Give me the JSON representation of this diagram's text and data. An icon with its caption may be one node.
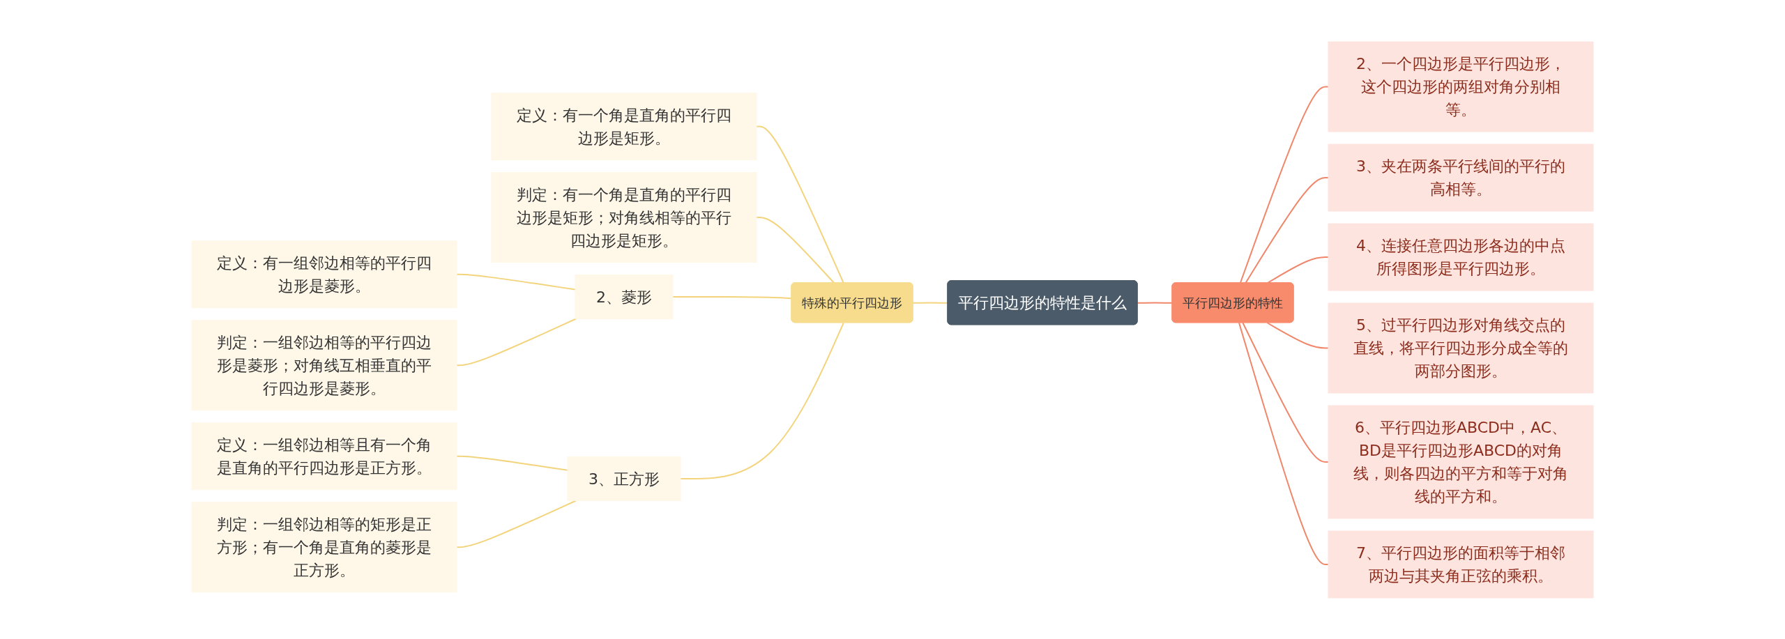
{
  "diagram": {
    "nodes": [
      {
        "text": [
          "平行四边形的特性是什么"
        ]
      },
      {
        "text": [
          "特殊的平行四边形"
        ]
      },
      {
        "text": [
          "定义：有一个角是直角的平行四边形是矩形。"
        ]
      },
      {
        "text": [
          "判定：有一个角是直角的平行四边形是矩形；对角线相等的平行四边形是矩形。"
        ]
      },
      {
        "text": [
          "2、菱形"
        ]
      },
      {
        "text": [
          "定义：有一组邻边相等的平行四边形是菱形。"
        ]
      },
      {
        "text": [
          "判定：一组邻边相等的平行四边形是菱形；对角线互相垂直的平行四边形是菱形。"
        ]
      },
      {
        "text": [
          "3、正方形"
        ]
      },
      {
        "text": [
          "定义：一组邻边相等且有一个角是直角的平行四边形是正方形。"
        ]
      },
      {
        "text": [
          "判定：一组邻边相等的矩形是正方形；有一个角是直角的菱形是正方形。"
        ]
      },
      {
        "text": [
          "平行四边形的特性"
        ]
      },
      {
        "text": [
          "2、一个四边形是平行四边形，这个四边形的两组对角分别相等。"
        ]
      },
      {
        "text": [
          "3、夹在两条平行线间的平行的高相等。"
        ]
      },
      {
        "text": [
          "4、连接任意四边形各边的中点所得图形是平行四边形。"
        ]
      },
      {
        "text": [
          "5、过平行四边形对角线交点的直线，将平行四边形分成全等的两部分图形。"
        ]
      },
      {
        "text": [
          "6、平行四边形ABCD中，AC、BD是平行四边形ABCD的对角线，则各四边的平方和等于对角线的平方和。"
        ]
      },
      {
        "text": [
          "7、平行四边形的面积等于相邻两边与其夹角正弦的乘积。"
        ]
      }
    ],
    "edges": [
      {
        "from": 0,
        "to": 1,
        "arrow": "none"
      },
      {
        "from": 1,
        "to": 2,
        "arrow": "none"
      },
      {
        "from": 1,
        "to": 3,
        "arrow": "none"
      },
      {
        "from": 1,
        "to": 4,
        "arrow": "none"
      },
      {
        "from": 4,
        "to": 5,
        "arrow": "none"
      },
      {
        "from": 4,
        "to": 6,
        "arrow": "none"
      },
      {
        "from": 1,
        "to": 7,
        "arrow": "none"
      },
      {
        "from": 7,
        "to": 8,
        "arrow": "none"
      },
      {
        "from": 7,
        "to": 9,
        "arrow": "none"
      },
      {
        "from": 0,
        "to": 10,
        "arrow": "none",
        "color": "#f0866a"
      },
      {
        "from": 10,
        "to": 11,
        "arrow": "none",
        "color": "#f0866a"
      },
      {
        "from": 10,
        "to": 12,
        "arrow": "none",
        "color": "#f0866a"
      },
      {
        "from": 10,
        "to": 13,
        "arrow": "none",
        "color": "#f0866a"
      },
      {
        "from": 10,
        "to": 14,
        "arrow": "none",
        "color": "#f0866a"
      },
      {
        "from": 10,
        "to": 15,
        "arrow": "none",
        "color": "#f0866a"
      },
      {
        "from": 10,
        "to": 16,
        "arrow": "none",
        "color": "#f0866a"
      }
    ]
  }
}
